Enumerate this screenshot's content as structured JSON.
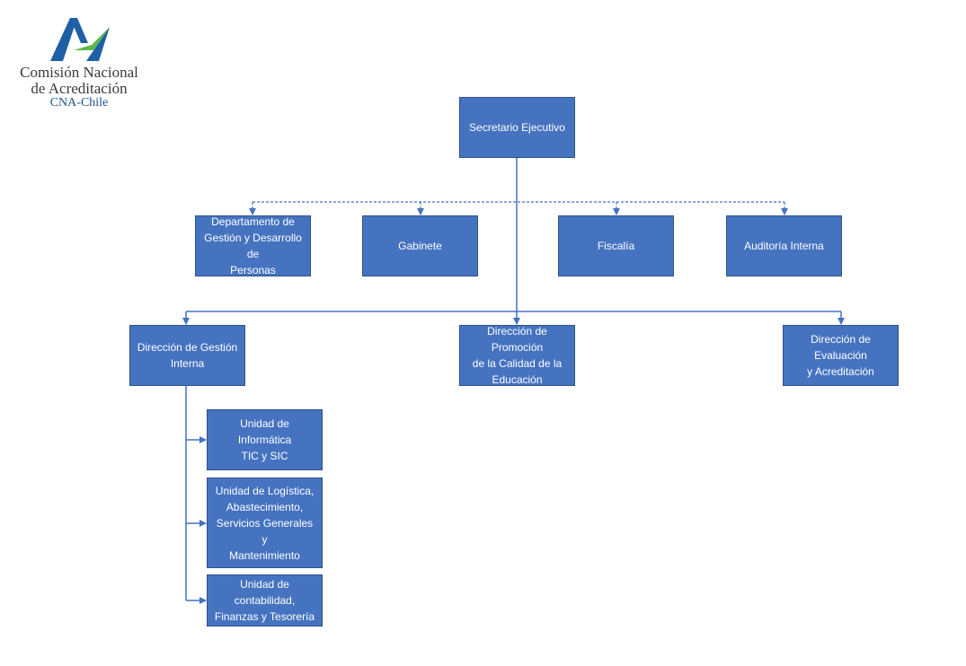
{
  "logo": {
    "line1": "Comisión Nacional",
    "line2": "de Acreditación",
    "line3": "CNA-Chile"
  },
  "org": {
    "top": "Secretario Ejecutivo",
    "staff": [
      "Departamento de\nGestión y Desarrollo de\nPersonas",
      "Gabinete",
      "Fiscalía",
      "Auditoría Interna"
    ],
    "directions": [
      "Dirección de Gestión\nInterna",
      "Dirección de Promoción\nde la Calidad de la\nEducación",
      "Dirección de Evaluación\ny Acreditación"
    ],
    "units": [
      "Unidad de Informática\nTIC y SIC",
      "Unidad de Logística,\nAbastecimiento,\nServicios Generales y\nMantenimiento",
      "Unidad de contabilidad,\nFinanzas y Tesorería"
    ]
  },
  "colors": {
    "box": "#4573c0",
    "border": "#2f528f",
    "connector": "#4472c4"
  }
}
